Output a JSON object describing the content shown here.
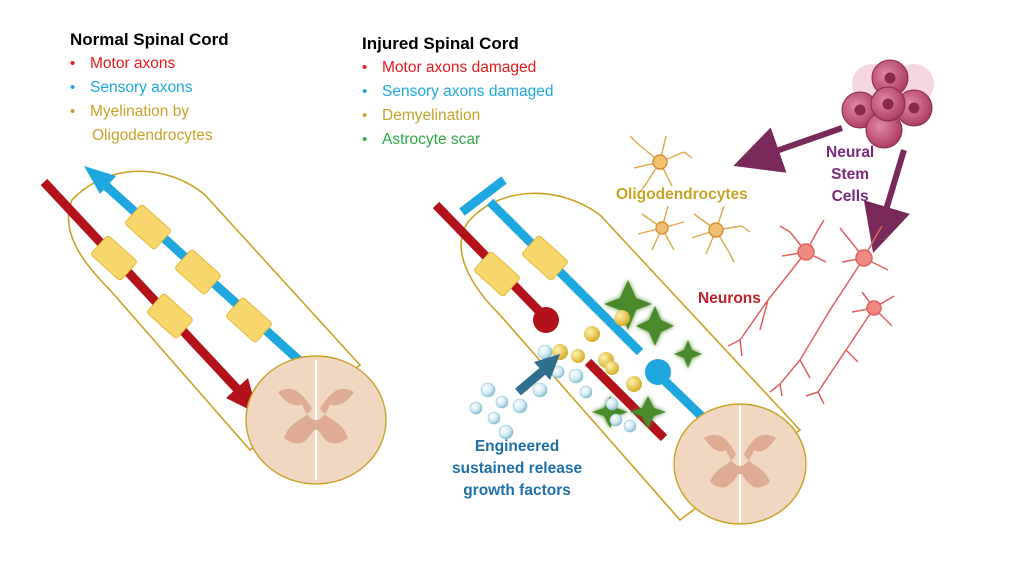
{
  "normal": {
    "title": "Normal Spinal Cord",
    "items": [
      {
        "text": "Motor axons",
        "color": "#e31b1b"
      },
      {
        "text": "Sensory axons",
        "color": "#1fa8e0"
      },
      {
        "text": "Myelination by",
        "color": "#c9a227"
      },
      {
        "text": "Oligodendrocytes",
        "color": "#c9a227"
      }
    ]
  },
  "injured": {
    "title": "Injured Spinal Cord",
    "items": [
      {
        "text": "Motor axons damaged",
        "color": "#e31b1b"
      },
      {
        "text": "Sensory axons damaged",
        "color": "#1fa8e0"
      },
      {
        "text": "Demyelination",
        "color": "#c9a227"
      },
      {
        "text": "Astrocyte scar",
        "color": "#2fa84a"
      }
    ]
  },
  "labels": {
    "oligodendrocytes": "Oligodendrocytes",
    "neural_stem_cells": [
      "Neural",
      "Stem",
      "Cells"
    ],
    "neurons": "Neurons",
    "growth_factors": [
      "Engineered",
      "sustained release",
      "growth factors"
    ]
  },
  "colors": {
    "motor": "#b3121b",
    "sensory": "#1fa8e0",
    "myelin": "#f7d66b",
    "cord": "#f1d6c0",
    "grey_matter": "#d9a48a",
    "tube_outline": "#c9a227",
    "astrocyte": "#4a8a2a",
    "stem_cell": "#c0486e",
    "neuron": "#e0605c",
    "oligo": "#e0a74a",
    "arrow_purple": "#7a2a5a",
    "growth_arrow": "#2f6f8f"
  }
}
